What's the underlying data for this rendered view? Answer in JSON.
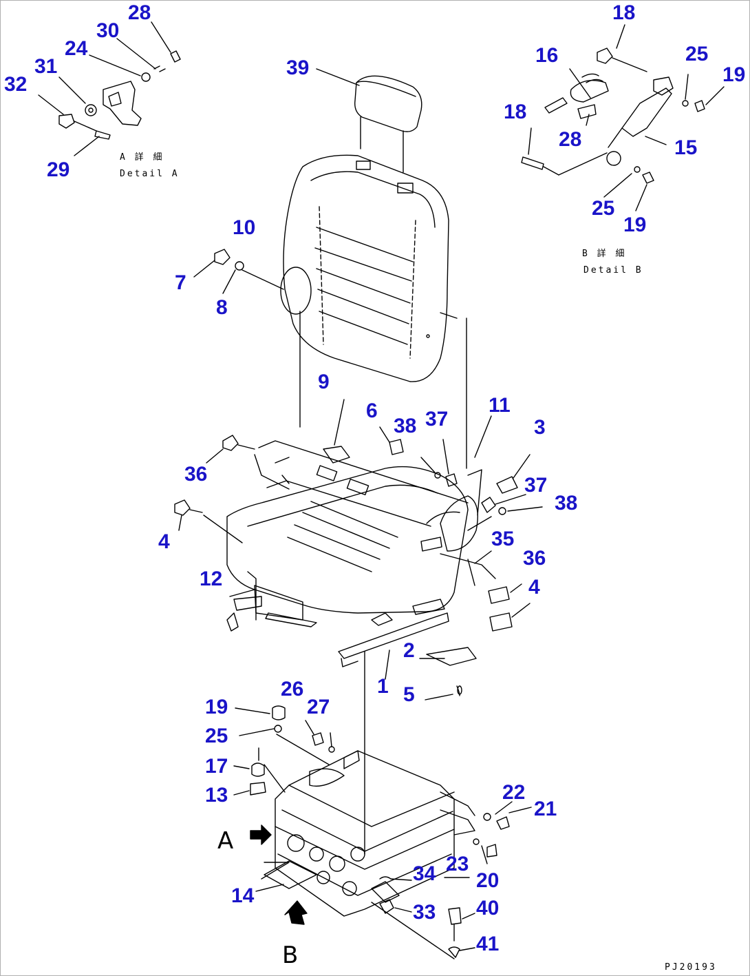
{
  "detail_a": {
    "title": "A 詳 細",
    "subtitle": "Detail A"
  },
  "detail_b": {
    "title": "B 詳 細",
    "subtitle": "Detail B"
  },
  "view_a": "A",
  "view_b": "B",
  "drawing_code": "PJ20193",
  "callouts": {
    "c28a": "28",
    "c30": "30",
    "c24a": "24",
    "c31": "31",
    "c32": "32",
    "c29": "29",
    "c39": "39",
    "c18a": "18",
    "c16": "16",
    "c25a": "25",
    "c19a": "19",
    "c18b": "18",
    "c28b": "28",
    "c15": "15",
    "c25b": "25",
    "c19b": "19",
    "c10": "10",
    "c7": "7",
    "c8": "8",
    "c9": "9",
    "c6": "6",
    "c38a": "38",
    "c37a": "37",
    "c11": "11",
    "c3": "3",
    "c36a": "36",
    "c37b": "37",
    "c38b": "38",
    "c4a": "4",
    "c35": "35",
    "c36b": "36",
    "c12": "12",
    "c4b": "4",
    "c2": "2",
    "c1": "1",
    "c5": "5",
    "c26": "26",
    "c19c": "19",
    "c27": "27",
    "c25c": "25",
    "c17": "17",
    "c13": "13",
    "c22": "22",
    "c21": "21",
    "c23": "23",
    "c20": "20",
    "c34": "34",
    "c14": "14",
    "c40": "40",
    "c33": "33",
    "c41": "41"
  }
}
